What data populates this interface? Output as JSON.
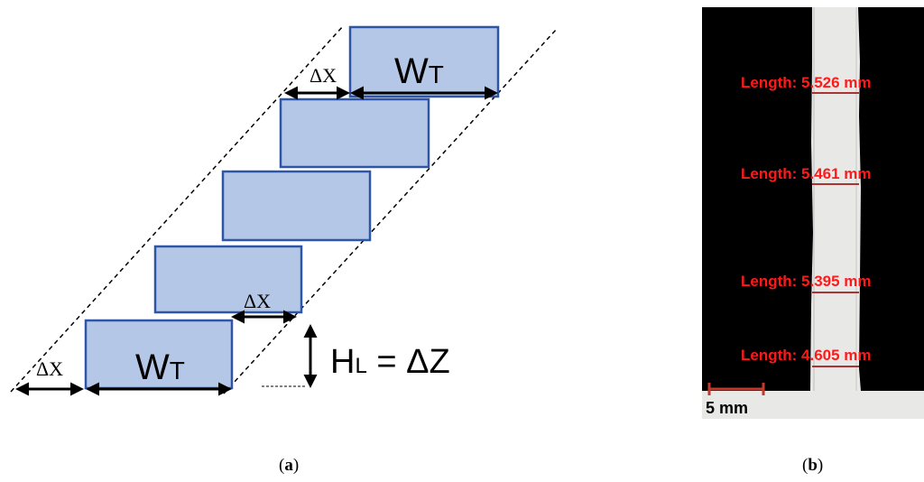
{
  "panel_a": {
    "width_label_main": "W",
    "width_label_sub": "T",
    "dx_label": "ΔX",
    "height_label_main": "H",
    "height_label_sub": "L",
    "height_label_eq": " = ΔZ",
    "colors": {
      "block_fill": "#b4c7e7",
      "block_stroke": "#2f56a6"
    }
  },
  "panel_b": {
    "measurements": [
      "Length: 5.526 mm",
      "Length: 5.461 mm",
      "Length: 5.395 mm",
      "Length: 4.605 mm"
    ],
    "scale_bar_label": "5 mm",
    "colors": {
      "label": "#ff1a1a",
      "scale_bar": "#c0392b"
    }
  },
  "captions": {
    "a": "a",
    "b": "b"
  }
}
